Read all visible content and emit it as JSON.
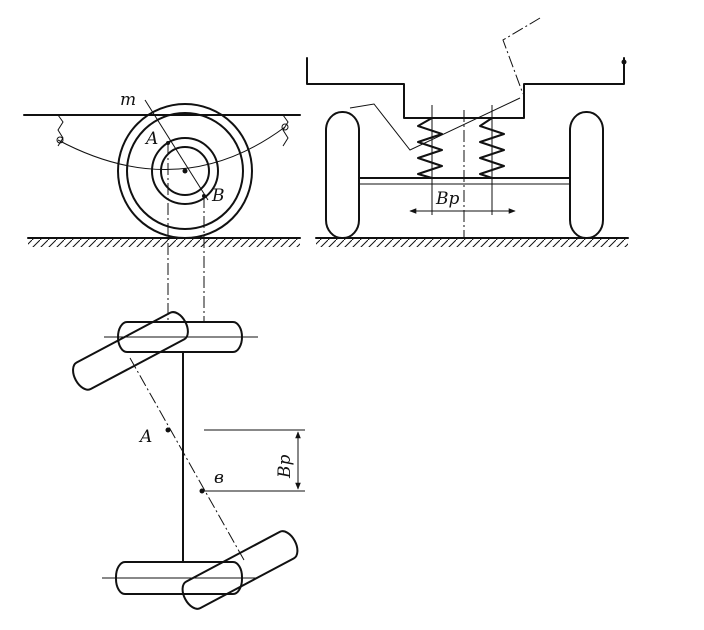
{
  "labels": {
    "m": "m",
    "a_front": "A",
    "b_front": "B",
    "bp_side": "Bp",
    "a_plan": "A",
    "b_plan": "в",
    "bp_plan": "Bp"
  }
}
